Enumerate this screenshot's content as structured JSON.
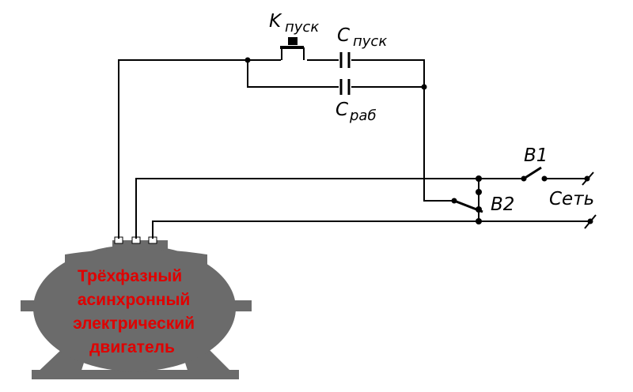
{
  "labels": {
    "k_main": "K",
    "k_sub": "пуск",
    "c_start_main": "C",
    "c_start_sub": "пуск",
    "c_run_main": "C",
    "c_run_sub": "раб",
    "b1": "B1",
    "b2": "B2",
    "network": "Сеть"
  },
  "motor": {
    "lines": [
      "Трёхфазный",
      "асинхронный",
      "электрический",
      "двигатель"
    ],
    "body_color": "#6b6b6b",
    "text_color": "#e00000"
  }
}
